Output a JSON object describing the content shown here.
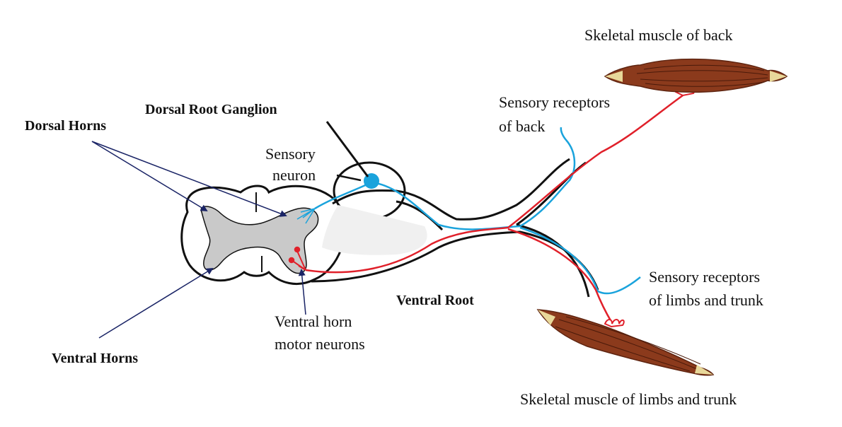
{
  "labels": {
    "skeletal_back": "Skeletal muscle of back",
    "sensory_receptors_back_1": "Sensory receptors",
    "sensory_receptors_back_2": "of back",
    "dorsal_root_ganglion": "Dorsal Root Ganglion",
    "dorsal_horns": "Dorsal Horns",
    "sensory_neuron_1": "Sensory",
    "sensory_neuron_2": "neuron",
    "ventral_root": "Ventral Root",
    "ventral_horn_motor_1": "Ventral horn",
    "ventral_horn_motor_2": "motor neurons",
    "ventral_horns": "Ventral Horns",
    "sensory_receptors_limbs_1": "Sensory receptors",
    "sensory_receptors_limbs_2": "of limbs and trunk",
    "skeletal_limbs": "Skeletal muscle of limbs and trunk"
  },
  "colors": {
    "sensory": "#1aa3dc",
    "motor": "#e0202a",
    "arrow": "#1a2466",
    "muscle": "#8b3a1c",
    "gray_matter": "#c9c9c9"
  }
}
